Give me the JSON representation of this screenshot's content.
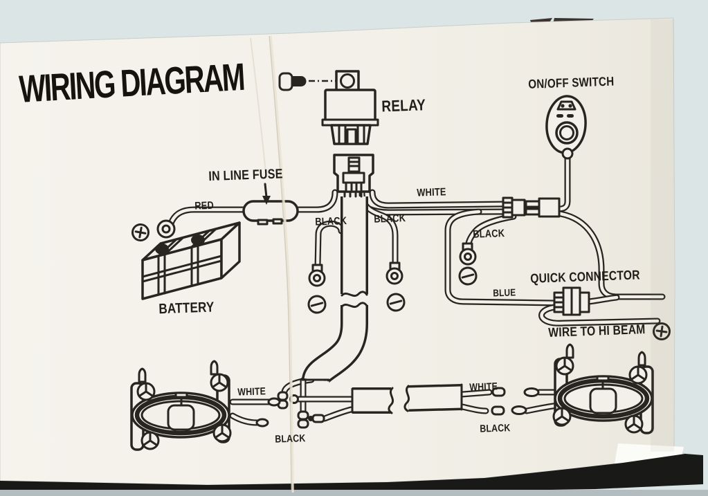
{
  "document": {
    "title": "WIRING DIAGRAM"
  },
  "components": {
    "relay": {
      "label": "RELAY"
    },
    "switch": {
      "label": "ON/OFF SWITCH"
    },
    "fuse": {
      "label": "IN LINE FUSE"
    },
    "battery": {
      "label": "BATTERY"
    },
    "quick_connector": {
      "label": "QUICK CONNECTOR"
    },
    "hi_beam": {
      "label": "WIRE TO HI BEAM"
    }
  },
  "wire_labels": {
    "red": "RED",
    "blue": "BLUE",
    "white_relay": "WHITE",
    "black_relay_left": "BLACK",
    "black_relay_right": "BLACK",
    "black_switch": "BLACK",
    "white_left_lamp": "WHITE",
    "black_left_lamp": "BLACK",
    "white_harness": "WHITE",
    "black_harness": "BLACK"
  },
  "symbols": {
    "positive": "+",
    "negative": "−"
  },
  "colors": {
    "ink": "#28241f",
    "paper": "#f2f0e8",
    "scanner_bed": "#dbe5e6",
    "shadow_band": "#191917",
    "bottom_strip": "#b3bcbf"
  }
}
